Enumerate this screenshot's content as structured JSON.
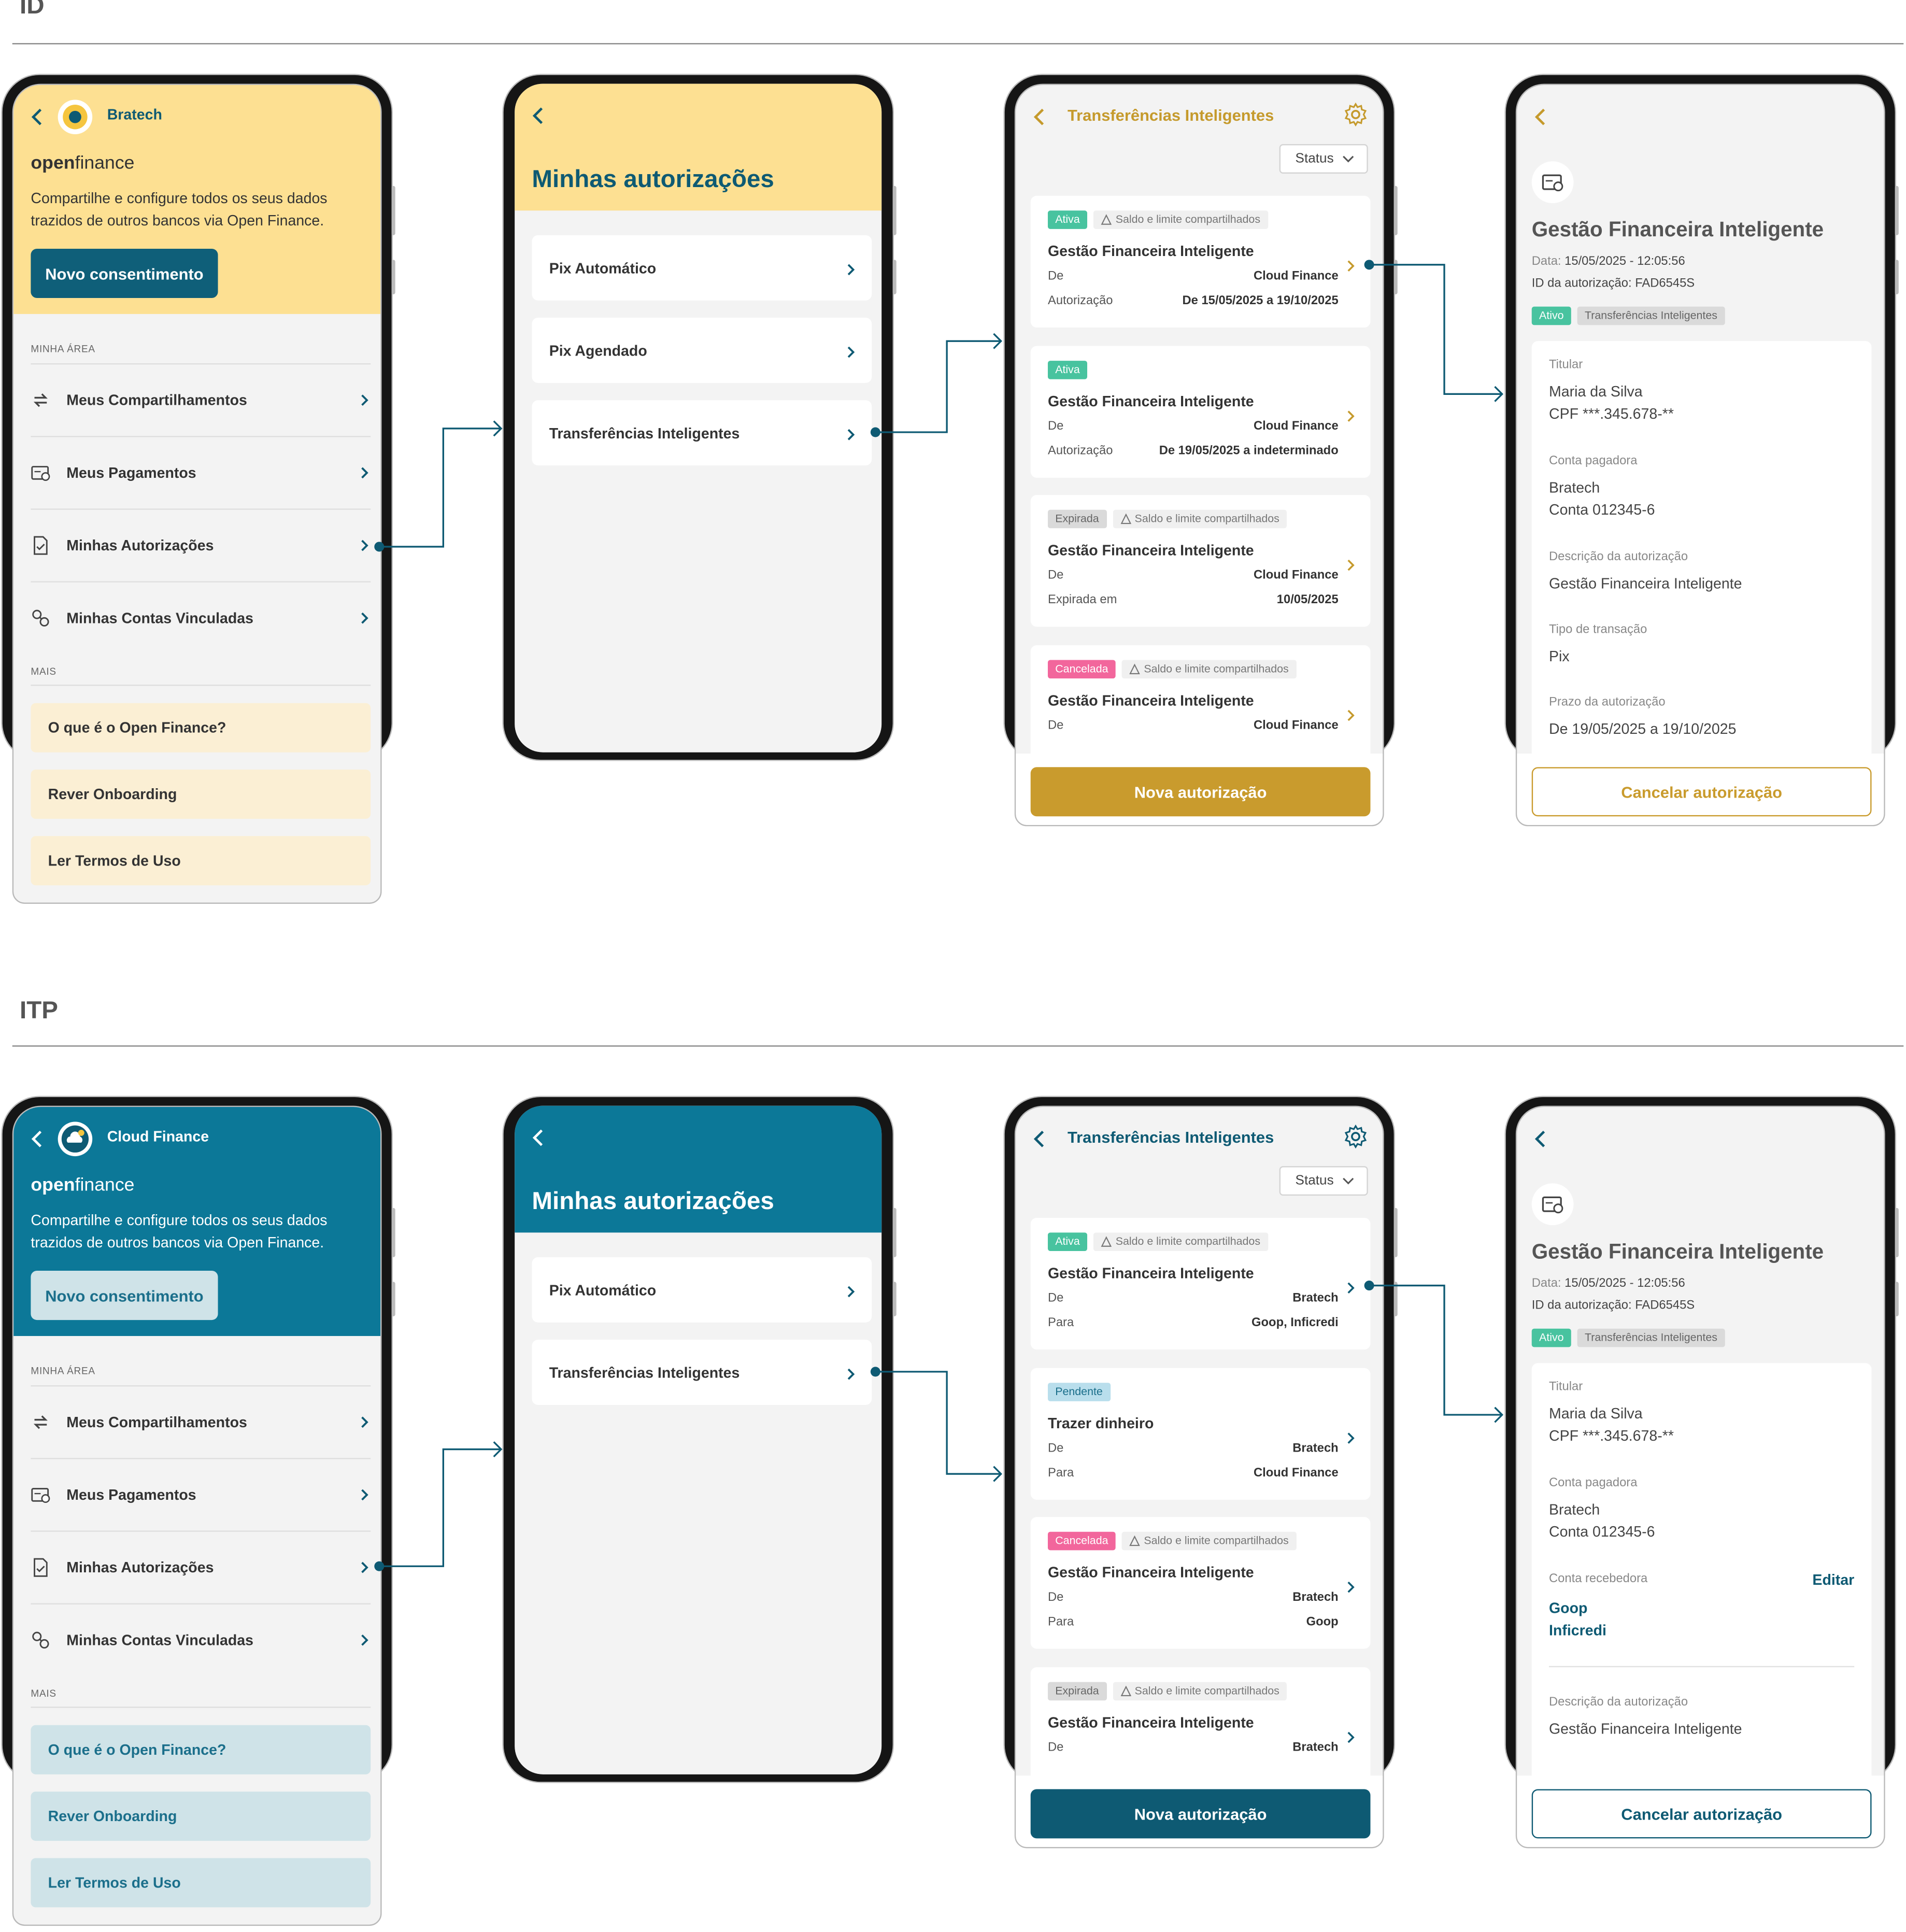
{
  "sections": {
    "id_title": "ID",
    "itp_title": "ITP"
  },
  "colors": {
    "accent_id": "#fde092",
    "accent_itp": "#0c7898",
    "brand_dark": "#0e5a73",
    "gold": "#c99b2d",
    "connector": "#0e5a73"
  },
  "open_finance": {
    "logo_bold": "open",
    "logo_light": "finance",
    "description": "Compartilhe e configure todos os seus dados trazidos de outros bancos via Open Finance."
  },
  "common": {
    "cta_new_consent": "Novo consentimento",
    "section_my_area": "MINHA ÁREA",
    "section_more": "MAIS",
    "menu": {
      "shares": "Meus Compartilhamentos",
      "payments": "Meus Pagamentos",
      "authorizations": "Minhas Autorizações",
      "linked_accounts": "Minhas Contas Vinculadas"
    },
    "more": {
      "what_is": "O que é o Open Finance?",
      "onboarding": "Rever Onboarding",
      "terms": "Ler Termos de Uso"
    },
    "my_authorizations_title": "Minhas autorizações",
    "auth_types": {
      "pix_auto": "Pix Automático",
      "pix_scheduled": "Pix Agendado",
      "smart_transfers": "Transferências Inteligentes"
    },
    "list_title": "Transferências Inteligentes",
    "status_filter": "Status",
    "new_auth_button": "Nova autorização",
    "cancel_auth_button": "Cancelar autorização",
    "status": {
      "ativa": "Ativa",
      "ativo": "Ativo",
      "expirada": "Expirada",
      "cancelada": "Cancelada",
      "pendente": "Pendente"
    },
    "info_badge": "Saldo e limite compartilhados",
    "row_labels": {
      "from": "De",
      "to": "Para",
      "authorization": "Autorização",
      "expired_on": "Expirada em"
    }
  },
  "id_flow": {
    "brand_name": "Bratech",
    "cards": [
      {
        "title": "Gestão Financeira Inteligente",
        "from": "Cloud Finance",
        "period": "De 15/05/2025 a 19/10/2025"
      },
      {
        "title": "Gestão Financeira Inteligente",
        "from": "Cloud Finance",
        "period": "De 19/05/2025 a indeterminado"
      },
      {
        "title": "Gestão Financeira Inteligente",
        "from": "Cloud Finance",
        "expired": "10/05/2025"
      },
      {
        "title": "Gestão Financeira Inteligente",
        "from": "Cloud Finance"
      }
    ],
    "detail": {
      "title": "Gestão Financeira Inteligente",
      "date_label": "Data:",
      "date_value": "15/05/2025 - 12:05:56",
      "id_label": "ID da autorização:",
      "id_value": "FAD6545S",
      "type_badge": "Transferências Inteligentes",
      "holder_label": "Titular",
      "holder_name": "Maria da Silva",
      "holder_cpf": "CPF ***.345.678-**",
      "payer_label": "Conta pagadora",
      "payer_bank": "Bratech",
      "payer_account": "Conta 012345-6",
      "desc_label": "Descrição da autorização",
      "desc_value": "Gestão Financeira Inteligente",
      "tx_label": "Tipo de transação",
      "tx_value": "Pix",
      "term_label": "Prazo da autorização",
      "term_value": "De 19/05/2025 a 19/10/2025"
    }
  },
  "itp_flow": {
    "brand_name": "Cloud Finance",
    "cards": [
      {
        "title": "Gestão Financeira Inteligente",
        "from": "Bratech",
        "to": "Goop, Inficredi"
      },
      {
        "title": "Trazer dinheiro",
        "from": "Bratech",
        "to": "Cloud Finance"
      },
      {
        "title": "Gestão Financeira Inteligente",
        "from": "Bratech",
        "to": "Goop"
      },
      {
        "title": "Gestão Financeira Inteligente",
        "from": "Bratech"
      }
    ],
    "detail": {
      "title": "Gestão Financeira Inteligente",
      "date_label": "Data:",
      "date_value": "15/05/2025 - 12:05:56",
      "id_label": "ID da autorização:",
      "id_value": "FAD6545S",
      "type_badge": "Transferências Inteligentes",
      "holder_label": "Titular",
      "holder_name": "Maria da Silva",
      "holder_cpf": "CPF ***.345.678-**",
      "payer_label": "Conta pagadora",
      "payer_bank": "Bratech",
      "payer_account": "Conta 012345-6",
      "receiver_label": "Conta recebedora",
      "edit_label": "Editar",
      "receivers": [
        "Goop",
        "Inficredi"
      ],
      "desc_label": "Descrição da autorização",
      "desc_value": "Gestão Financeira Inteligente"
    }
  }
}
